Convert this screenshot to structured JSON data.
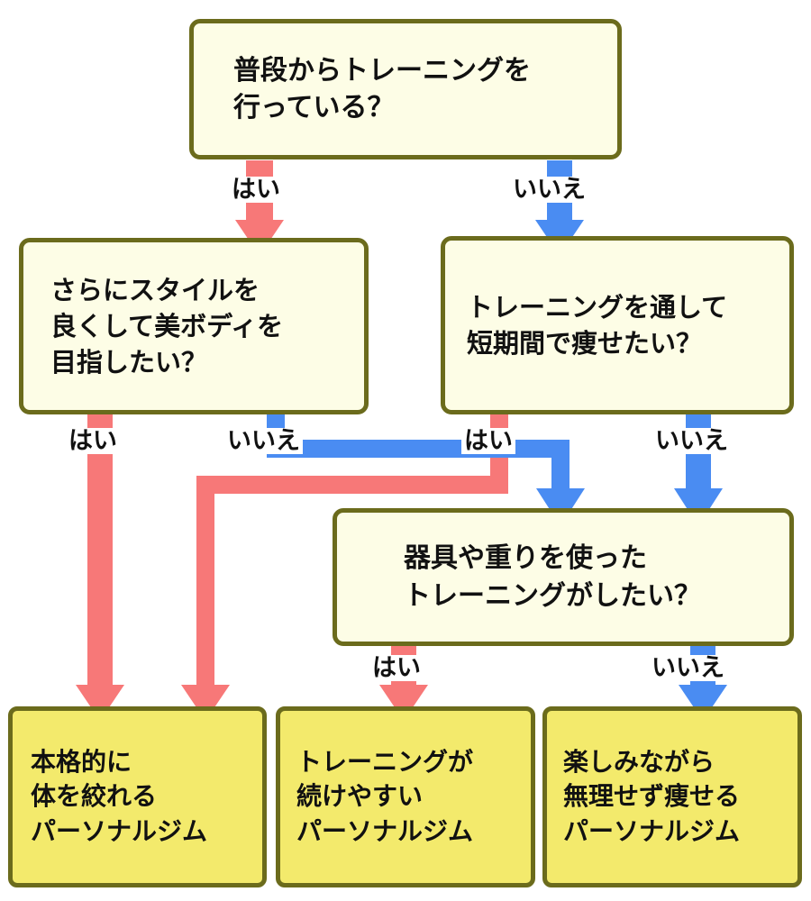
{
  "colors": {
    "yes_arrow": "#f77878",
    "no_arrow": "#4a8cf2",
    "box_border": "#6b6b1c",
    "question_fill": "#fdfde6",
    "result_fill": "#f3ea6c"
  },
  "questions": {
    "q1": "普段からトレーニングを\n行っている？",
    "q2": "さらにスタイルを\n良くして美ボディを\n目指したい？",
    "q3": "トレーニングを通して\n短期間で痩せたい？",
    "q4": "器具や重りを使った\nトレーニングがしたい？"
  },
  "results": {
    "r1": "本格的に\n体を絞れる\nパーソナルジム",
    "r2": "トレーニングが\n続けやすい\nパーソナルジム",
    "r3": "楽しみながら\n無理せず痩せる\nパーソナルジム"
  },
  "labels": {
    "yes": "はい",
    "no": "いいえ"
  }
}
